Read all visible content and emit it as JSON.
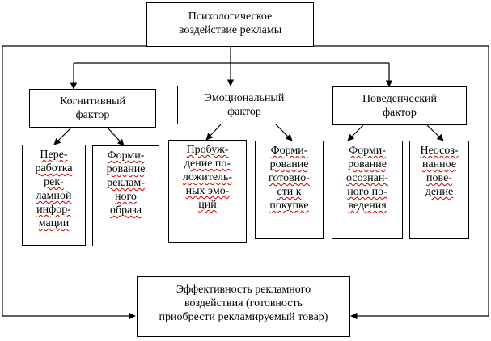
{
  "root": {
    "lines": [
      "Психологическое",
      "воздействие рекламы"
    ]
  },
  "factors": [
    {
      "lines": [
        "Когнитивный",
        "фактор"
      ]
    },
    {
      "lines": [
        "Эмоциональный",
        "фактор"
      ]
    },
    {
      "lines": [
        "Поведенческий",
        "фактор"
      ]
    }
  ],
  "items": [
    {
      "lines": [
        "Пере-",
        "работка",
        "рек-",
        "ламной",
        "инфор-",
        "мации"
      ]
    },
    {
      "lines": [
        "Форми-",
        "рование",
        "реклам-",
        "ного",
        "образа"
      ]
    },
    {
      "lines": [
        "Пробуж-",
        "дение по-",
        "ложитель-",
        "ных эмо-",
        "ций"
      ]
    },
    {
      "lines": [
        "Форми-",
        "рование",
        "готовно-",
        "сти к",
        "покупке"
      ]
    },
    {
      "lines": [
        "Форми-",
        "рование",
        "осознан-",
        "ного по-",
        "ведения"
      ]
    },
    {
      "lines": [
        "Неосоз-",
        "нанное",
        "пове-",
        "дение"
      ]
    }
  ],
  "outcome": {
    "lines": [
      "Эффективность рекламного",
      "воздействия (готовность",
      "приобрести рекламируемый товар)"
    ]
  },
  "colors": {
    "line": "#000000",
    "background": "#ffffff",
    "spellcheck_underline": "#cc0000"
  }
}
